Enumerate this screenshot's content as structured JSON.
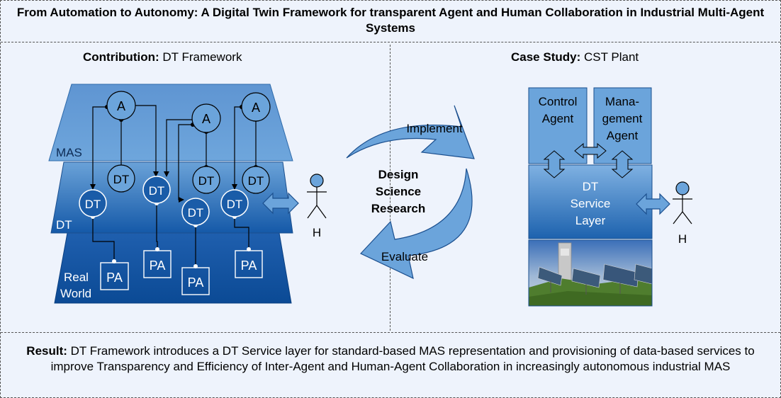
{
  "title": "From Automation to Autonomy: A Digital Twin Framework for transparent Agent and Human Collaboration in Industrial Multi-Agent Systems",
  "contribution": {
    "label": "Contribution:",
    "text": " DT Framework"
  },
  "case_study": {
    "label": "Case Study:",
    "text": " CST Plant"
  },
  "framework": {
    "layer_mas": "MAS",
    "layer_dt": "DT",
    "layer_real_1": "Real",
    "layer_real_2": "World",
    "agent": "A",
    "dt": "DT",
    "pa": "PA",
    "human": "H"
  },
  "cycle": {
    "center_1": "Design",
    "center_2": "Science",
    "center_3": "Research",
    "implement": "Implement",
    "evaluate": "Evaluate"
  },
  "case": {
    "control_1": "Control",
    "control_2": "Agent",
    "mgmt_1": "Mana-",
    "mgmt_2": "gement",
    "mgmt_3": "Agent",
    "service_1": "DT",
    "service_2": "Service",
    "service_3": "Layer",
    "human": "H"
  },
  "result": {
    "label": "Result:",
    "text": " DT Framework introduces a DT Service layer for standard-based MAS representation and provisioning of data-based services to improve Transparency and Efficiency of Inter-Agent and Human-Agent Collaboration in increasingly autonomous industrial MAS"
  }
}
